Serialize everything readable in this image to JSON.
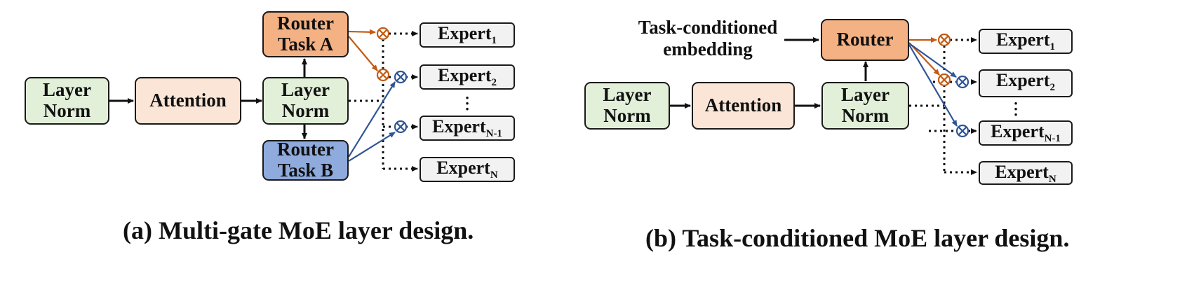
{
  "panel_a": {
    "layer_norm_1": [
      "Layer",
      "Norm"
    ],
    "attention": "Attention",
    "layer_norm_2": [
      "Layer",
      "Norm"
    ],
    "router_a": [
      "Router",
      "Task A"
    ],
    "router_b": [
      "Router",
      "Task B"
    ],
    "experts": [
      {
        "base": "Expert",
        "sub": "1"
      },
      {
        "base": "Expert",
        "sub": "2"
      },
      {
        "base": "Expert",
        "sub": "N-1"
      },
      {
        "base": "Expert",
        "sub": "N"
      }
    ],
    "caption": "(a) Multi-gate MoE layer design."
  },
  "panel_b": {
    "task_embedding": [
      "Task-conditioned",
      "embedding"
    ],
    "router": "Router",
    "layer_norm_1": [
      "Layer",
      "Norm"
    ],
    "attention": "Attention",
    "layer_norm_2": [
      "Layer",
      "Norm"
    ],
    "experts": [
      {
        "base": "Expert",
        "sub": "1"
      },
      {
        "base": "Expert",
        "sub": "2"
      },
      {
        "base": "Expert",
        "sub": "N-1"
      },
      {
        "base": "Expert",
        "sub": "N"
      }
    ],
    "caption": "(b) Task-conditioned MoE layer design."
  },
  "colors": {
    "orange_router": "#f4b183",
    "blue_router": "#8faadc",
    "orange_gate": "#c55a11",
    "blue_gate": "#2f5597",
    "green_box": "#e2f0d9",
    "peach_box": "#fbe5d6",
    "expert_box": "#f2f2f2"
  }
}
